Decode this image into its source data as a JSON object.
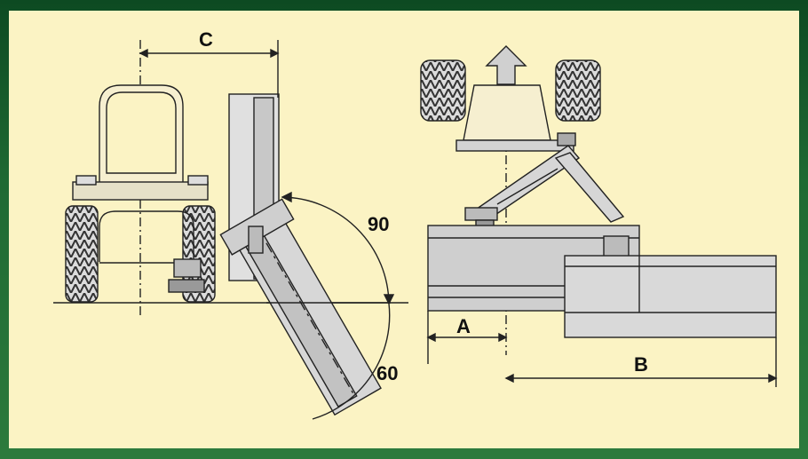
{
  "diagram": {
    "labels": {
      "c": "C",
      "angle_90": "90",
      "angle_60": "60",
      "a": "A",
      "b": "B"
    },
    "colors": {
      "border_green": "#1f6a33",
      "panel_cream": "#fbf3c4",
      "machine_grey": "#cfcfcf",
      "line": "#222222"
    }
  }
}
